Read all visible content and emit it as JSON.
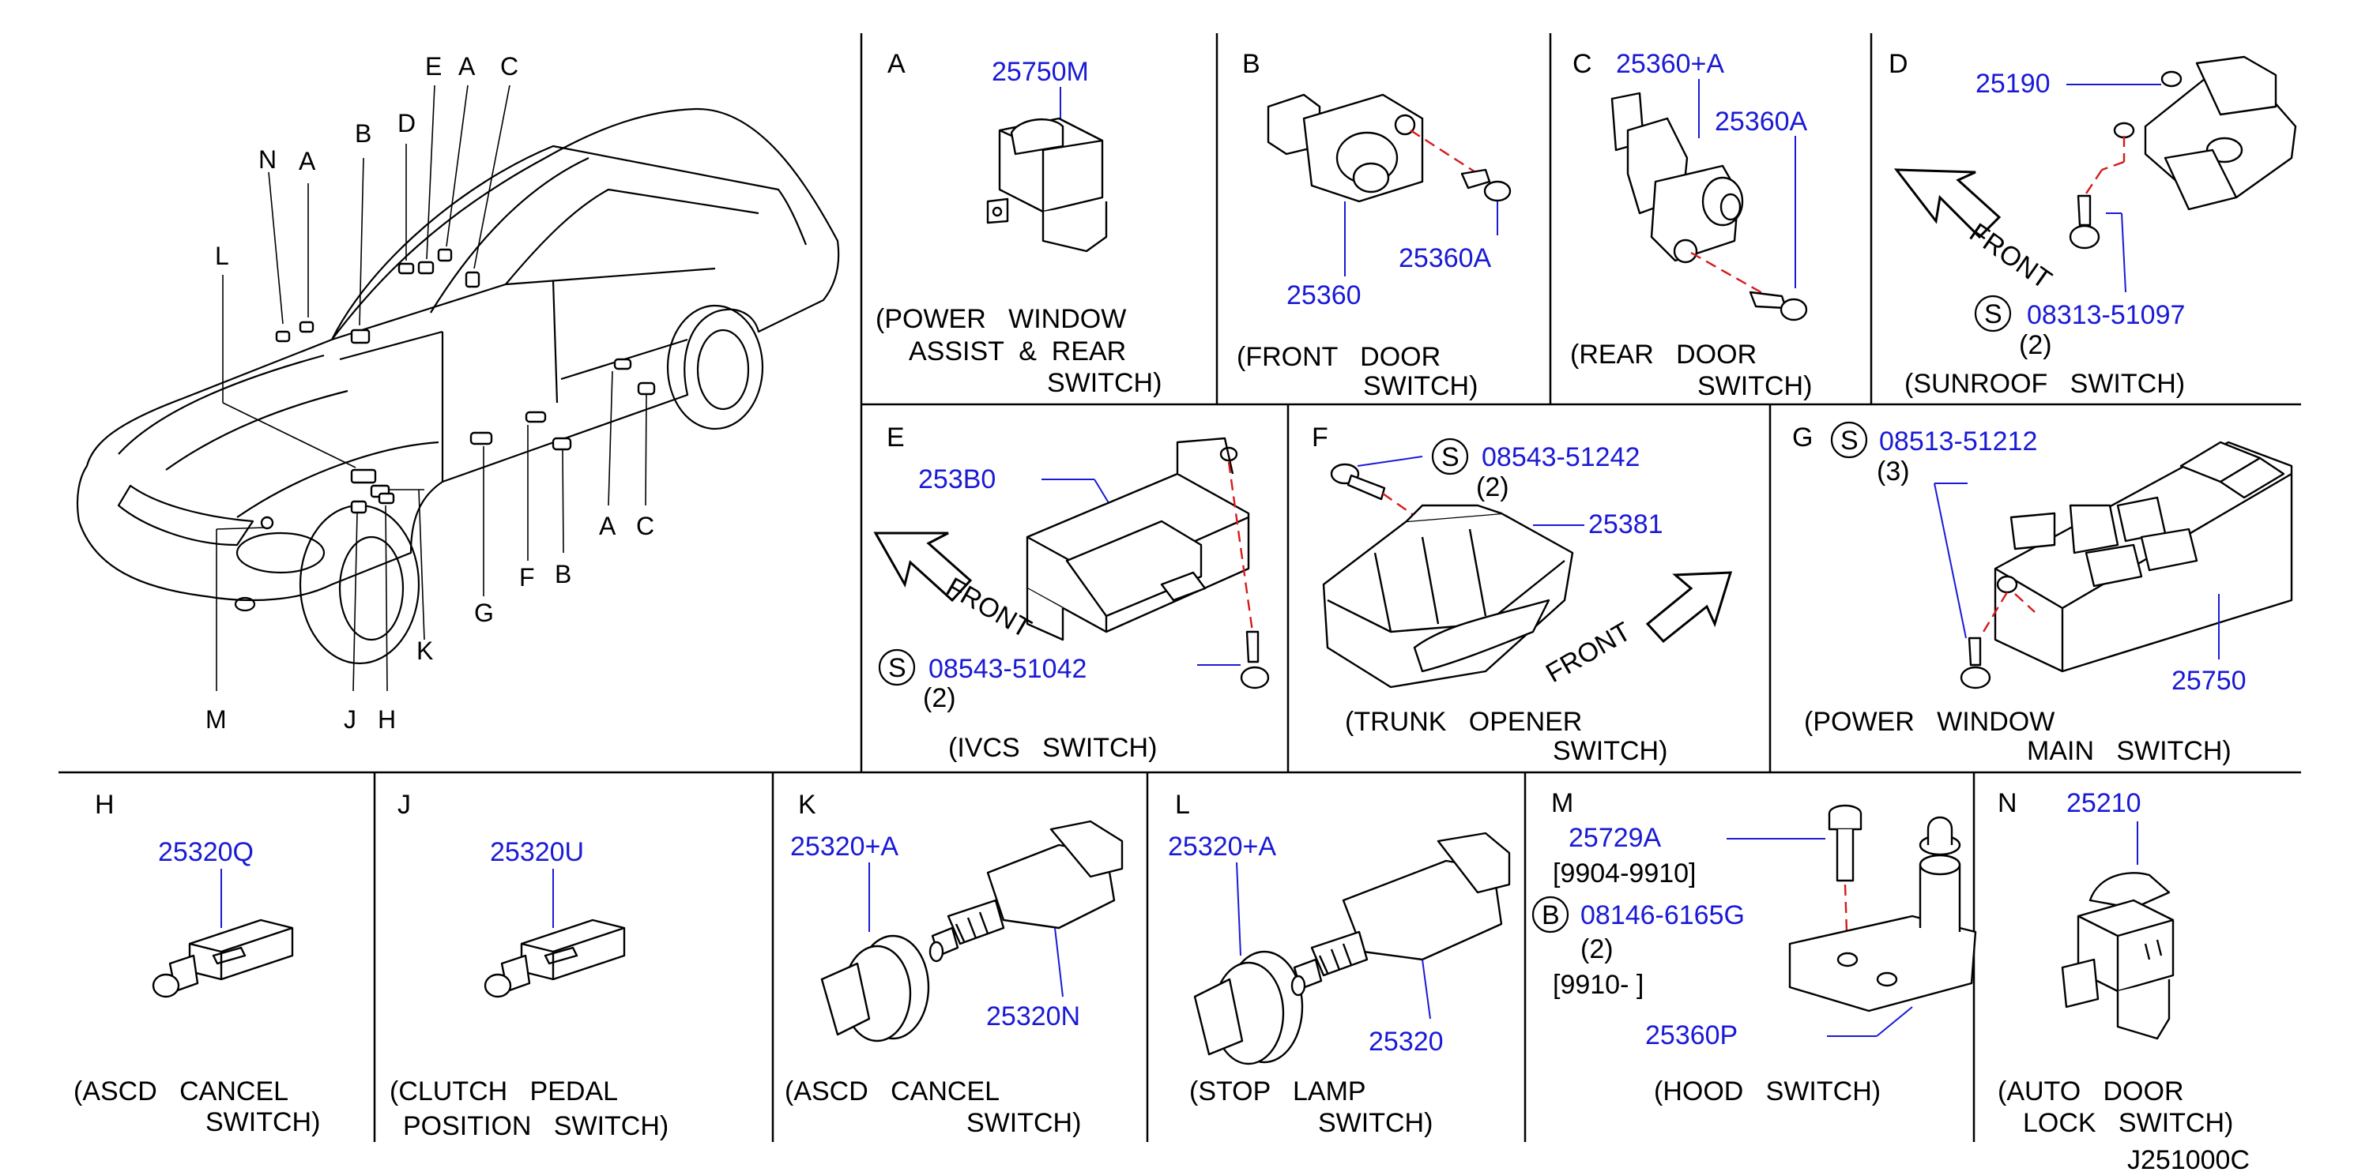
{
  "car_callouts": [
    "N",
    "A",
    "B",
    "D",
    "E",
    "A",
    "C",
    "L",
    "K",
    "M",
    "J",
    "H",
    "G",
    "F",
    "B",
    "A",
    "C"
  ],
  "panels": {
    "A": {
      "letter": "A",
      "part_numbers": [
        "25750M"
      ],
      "caption": [
        "(POWER   WINDOW",
        "ASSIST  &  REAR",
        "SWITCH)"
      ]
    },
    "B": {
      "letter": "B",
      "part_numbers": [
        "25360",
        "25360A"
      ],
      "caption": [
        "(FRONT   DOOR",
        "SWITCH)"
      ]
    },
    "C": {
      "letter": "C",
      "part_numbers": [
        "25360+A",
        "25360A"
      ],
      "caption": [
        "(REAR   DOOR",
        "SWITCH)"
      ]
    },
    "D": {
      "letter": "D",
      "part_numbers": [
        "25190"
      ],
      "fastener": {
        "mark": "S",
        "number": "08313-51097",
        "qty": "(2)"
      },
      "direction": "FRONT",
      "caption": [
        "(SUNROOF   SWITCH)"
      ]
    },
    "E": {
      "letter": "E",
      "part_numbers": [
        "253B0"
      ],
      "fastener": {
        "mark": "S",
        "number": "08543-51042",
        "qty": "(2)"
      },
      "direction": "FRONT",
      "caption": [
        "(IVCS   SWITCH)"
      ]
    },
    "F": {
      "letter": "F",
      "part_numbers": [
        "25381"
      ],
      "fastener": {
        "mark": "S",
        "number": "08543-51242",
        "qty": "(2)"
      },
      "direction": "FRONT",
      "caption": [
        "(TRUNK   OPENER",
        "SWITCH)"
      ]
    },
    "G": {
      "letter": "G",
      "part_numbers": [
        "25750"
      ],
      "fastener": {
        "mark": "S",
        "number": "08513-51212",
        "qty": "(3)"
      },
      "caption": [
        "(POWER   WINDOW",
        "MAIN   SWITCH)"
      ]
    },
    "H": {
      "letter": "H",
      "part_numbers": [
        "25320Q"
      ],
      "caption": [
        "(ASCD   CANCEL",
        "SWITCH)"
      ]
    },
    "J": {
      "letter": "J",
      "part_numbers": [
        "25320U"
      ],
      "caption": [
        "(CLUTCH   PEDAL",
        "POSITION   SWITCH)"
      ]
    },
    "K": {
      "letter": "K",
      "part_numbers": [
        "25320+A",
        "25320N"
      ],
      "caption": [
        "(ASCD   CANCEL",
        "SWITCH)"
      ]
    },
    "L": {
      "letter": "L",
      "part_numbers": [
        "25320+A",
        "25320"
      ],
      "caption": [
        "(STOP   LAMP",
        "SWITCH)"
      ]
    },
    "M": {
      "letter": "M",
      "part_numbers": [
        "25729A",
        "25360P"
      ],
      "date_range_1": "[9904-9910]",
      "fastener": {
        "mark": "B",
        "number": "08146-6165G",
        "qty": "(2)"
      },
      "date_range_2": "[9910-            ]",
      "caption": [
        "(HOOD   SWITCH)"
      ]
    },
    "N": {
      "letter": "N",
      "part_numbers": [
        "25210"
      ],
      "caption": [
        "(AUTO   DOOR",
        "LOCK   SWITCH)"
      ]
    }
  },
  "diagram_code": "J251000C",
  "colors": {
    "part_number": "#1a1ad6",
    "centerline": "#d61a1a",
    "text": "#000000"
  }
}
